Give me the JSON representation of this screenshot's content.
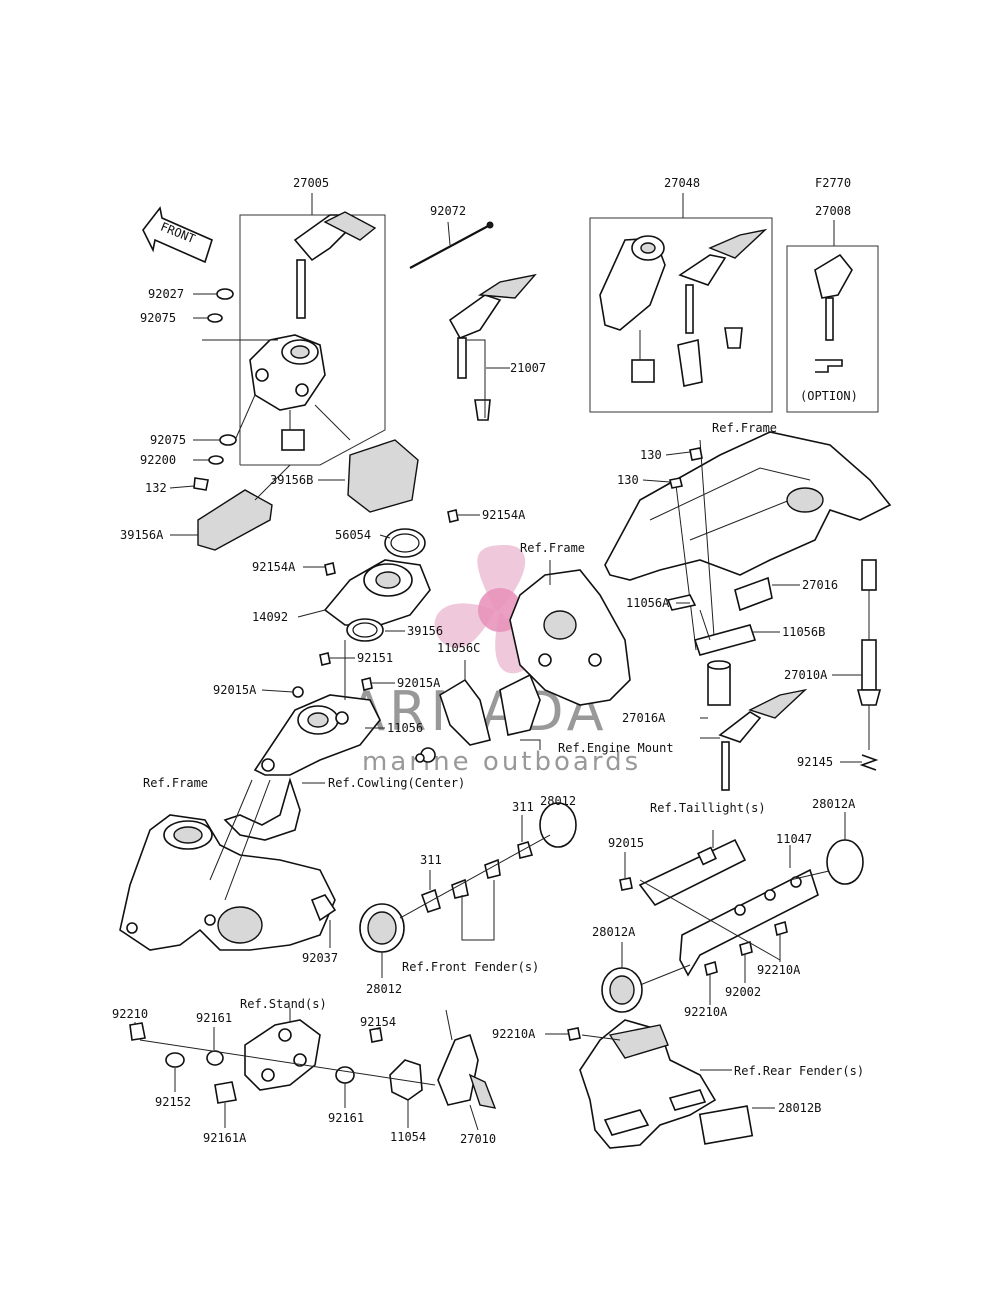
{
  "front_arrow_label": "FRONT",
  "labels": {
    "l27005": "27005",
    "l92072": "92072",
    "l27048": "27048",
    "lF2770": "F2770",
    "l27008": "27008",
    "l92027": "92027",
    "l92075a": "92075",
    "l92075b": "92075",
    "l92200": "92200",
    "l132": "132",
    "l39156B": "39156B",
    "l39156A": "39156A",
    "l21007": "21007",
    "lOption": "(OPTION)",
    "lRefFrameTop": "Ref.Frame",
    "l130a": "130",
    "l130b": "130",
    "l27016": "27016",
    "l11056A": "11056A",
    "l11056B": "11056B",
    "l27010A": "27010A",
    "l27016A": "27016A",
    "l92145": "92145",
    "l92154Aa": "92154A",
    "l56054": "56054",
    "l92154Ab": "92154A",
    "l14092": "14092",
    "l39156": "39156",
    "lRefFrameMid": "Ref.Frame",
    "l11056C": "11056C",
    "l92151": "92151",
    "l92015Aa": "92015A",
    "l92015Ab": "92015A",
    "l11056": "11056",
    "lRefEngine": "Ref.Engine Mount",
    "lRefFrameLeft": "Ref.Frame",
    "lRefCowling": "Ref.Cowling(Center)",
    "l28012a": "28012",
    "l311a": "311",
    "l311b": "311",
    "l28012b": "28012",
    "lRefFrontFender": "Ref.Front Fender(s)",
    "l92037": "92037",
    "lRefTaillight": "Ref.Taillight(s)",
    "l28012Aa": "28012A",
    "l92015": "92015",
    "l11047": "11047",
    "l28012Ab": "28012A",
    "l92002": "92002",
    "l92210Aa": "92210A",
    "l92210Ab": "92210A",
    "l92210Ac": "92210A",
    "l92210": "92210",
    "l92161a": "92161",
    "lRefStand": "Ref.Stand(s)",
    "l92154": "92154",
    "l92152": "92152",
    "l92161b": "92161",
    "l92161A": "92161A",
    "l11054": "11054",
    "l27010": "27010",
    "lRefRearFender": "Ref.Rear Fender(s)",
    "l28012B": "28012B"
  },
  "watermark": {
    "brand": "ARMADA",
    "tagline": "marine outboards",
    "color": "#e8a0c0"
  }
}
